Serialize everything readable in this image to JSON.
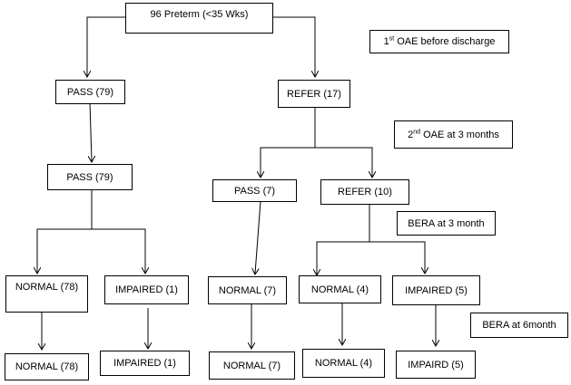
{
  "root": "96 Preterm (<35 Wks)",
  "notes": {
    "oae1_num": "1",
    "oae1_sup": "st",
    "oae1_rest": " OAE before discharge",
    "oae2_num": "2",
    "oae2_sup": "nd",
    "oae2_rest": " OAE at 3 months",
    "bera3": "BERA at 3 month",
    "bera6": "BERA at 6month"
  },
  "level1": {
    "pass": "PASS (79)",
    "refer": "REFER (17)"
  },
  "level2": {
    "pass_left": "PASS (79)",
    "pass_right": "PASS (7)",
    "refer": "REFER (10)"
  },
  "level3": {
    "normal_78": "NORMAL (78)",
    "impaired_1": "IMPAIRED (1)",
    "normal_7": "NORMAL (7)",
    "normal_4": "NORMAL (4)",
    "impaired_5": "IMPAIRED (5)"
  },
  "level4": {
    "normal_78": "NORMAL (78)",
    "impaired_1": "IMPAIRED (1)",
    "normal_7": "NORMAL (7)",
    "normal_4": "NORMAL (4)",
    "impaird_5": "IMPAIRD (5)"
  }
}
